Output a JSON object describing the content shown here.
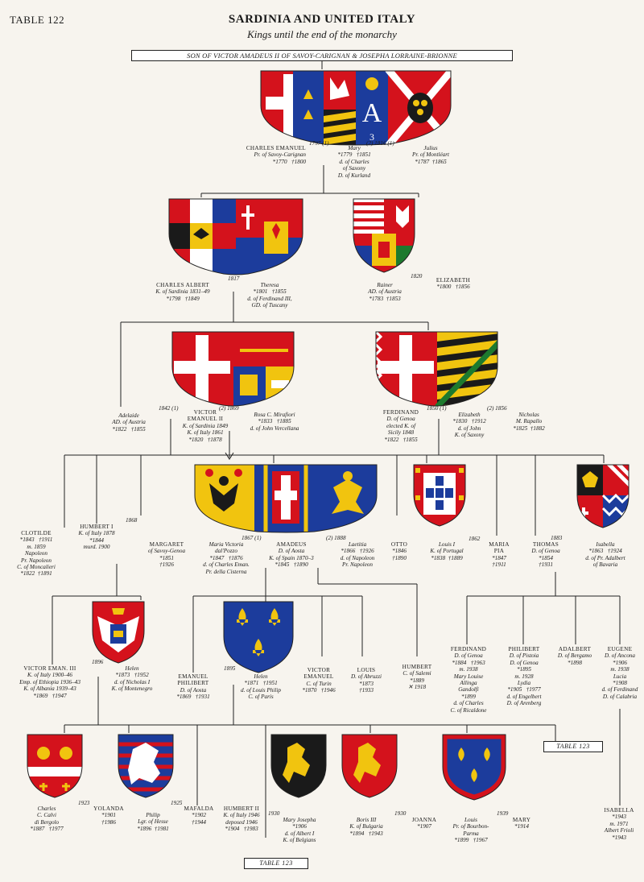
{
  "header": {
    "table_label": "TABLE 122",
    "title": "SARDINIA AND UNITED ITALY",
    "subtitle": "Kings until the end of the monarchy",
    "banner": "SON OF VICTOR AMADEUS II OF SAVOY-CARIGNAN & JOSEPHA LORRAINE-BRIONNE"
  },
  "persons": {
    "charles_emanuel": {
      "name": "CHARLES EMANUEL",
      "info": "Pr. of Savoy-Carignan\n*1770   †1800"
    },
    "mary": {
      "name": "Mary",
      "info": "*1779   †1851\nd. of Charles\nof Saxony\nD. of Kurland"
    },
    "julius": {
      "name": "Julius",
      "info": "Pr. of Montléart\n*1787  †1865"
    },
    "m_1797": "1797 (1)",
    "m_1816": "(2) 1816 (1)",
    "charles_albert": {
      "name": "CHARLES ALBERT",
      "info": "K. of Sardinia 1831–49\n*1798   †1849"
    },
    "m_1817": "1817",
    "theresa": {
      "name": "Theresa",
      "info": "*1801   †1855\nd. of Ferdinand III,\nGD. of Tuscany"
    },
    "rainer": {
      "name": "Rainer",
      "info": "AD. of Austria\n*1783  †1853"
    },
    "m_1820": "1820",
    "elizabeth": {
      "name": "ELIZABETH",
      "info": "*1800   †1856"
    },
    "adelaide": {
      "name": "Adelaide",
      "info": "AD. of Austria\n*1822   †1855"
    },
    "m_1842": "1842 (1)",
    "victor_emanuel_ii": {
      "name": "VICTOR\nEMANUEL II",
      "info": "K. of Sardinia 1849\nK. of Italy 1861\n*1820   †1878"
    },
    "m_1869": "(2) 1869",
    "rosa": {
      "name": "Rosa C. Mirafiori",
      "info": "*1833   †1885\nd. of John Vercellana"
    },
    "ferdinand": {
      "name": "FERDINAND",
      "info": "D. of Genoa\nelected K. of\nSicily 1848\n*1822   †1855"
    },
    "m_1850": "1850 (1)",
    "elizabeth_sax": {
      "name": "Elizabeth",
      "info": "*1830   †1912\nd. of John\nK. of Saxony"
    },
    "m_1856": "(2) 1856",
    "nicholas": {
      "name": "Nicholas",
      "info": "M. Rapallo\n*1825  †1882"
    },
    "clotilde": {
      "name": "CLOTILDE",
      "info": "*1843   †1911\nm. 1859\nNapoleon\nPr. Napoleon\nC. of Moncalieri\n*1822  †1891"
    },
    "humbert_i": {
      "name": "HUMBERT I",
      "info": "K. of Italy 1878\n*1844\nmurd. 1900"
    },
    "m_1868": "1868",
    "margaret": {
      "name": "MARGARET",
      "info": "of Savoy-Genoa\n*1851\n†1926"
    },
    "maria_victoria": {
      "name": "Maria Victoria\ndal'Pozzo",
      "info": "*1847   †1876\nd. of Charles Eman.\nPr. della Cisterna"
    },
    "m_1867": "1867 (1)",
    "amadeus": {
      "name": "AMADEUS",
      "info": "D. of Aosta\nK. of Spain 1870–3\n*1845   †1890"
    },
    "m_1888": "(2) 1888",
    "laetitia": {
      "name": "Laetitia",
      "info": "*1866   †1926\nd. of Napoleon\nPr. Napoleon"
    },
    "otto": {
      "name": "OTTO",
      "info": "*1846\n†1890"
    },
    "louis_i": {
      "name": "Louis I",
      "info": "K. of Portugal\n*1838  †1889"
    },
    "m_1862": "1862",
    "maria_pia": {
      "name": "MARIA\nPIA",
      "info": "*1847\n†1911"
    },
    "thomas": {
      "name": "THOMAS",
      "info": "D. of Genoa\n*1854\n†1931"
    },
    "m_1883": "1883",
    "isabella": {
      "name": "Isabella",
      "info": "*1863   †1924\nd. of Pr. Adalbert\nof Bavaria"
    },
    "victor_eman_iii": {
      "name": "VICTOR EMAN. III",
      "info": "K. of Italy 1900–46\nEmp. of Ethiopia 1936–43\nK. of Albania 1939–43\n*1869   †1947"
    },
    "m_1896": "1896",
    "helen_m": {
      "name": "Helen",
      "info": "*1873   †1952\nd. of Nicholas I\nK. of Montenegro"
    },
    "emanuel_philibert": {
      "name": "EMANUEL\nPHILIBERT",
      "info": "D. of Aosta\n*1869   †1931"
    },
    "m_1895": "1895",
    "helen_o": {
      "name": "Helen",
      "info": "*1871   †1951\nd. of Louis Philip\nC. of Paris"
    },
    "victor_emanuel_t": {
      "name": "VICTOR\nEMANUEL",
      "info": "C. of Turin\n*1870   †1946"
    },
    "louis_a": {
      "name": "LOUIS",
      "info": "D. of Abruzzi\n*1873\n†1933"
    },
    "humbert_s": {
      "name": "HUMBERT",
      "info": "C. of Salemi\n*1889\n✕ 1918"
    },
    "ferdinand_g": {
      "name": "FERDINAND",
      "info": "D. of Genoa\n*1884   †1963\nm. 1938\nMary Louise\nAllinga\nGandolfi\n*1899\nd. of Charles\nC. of Ricaldone"
    },
    "philibert": {
      "name": "PHILIBERT",
      "info": "D. of Pistoia\nD. of Genoa\n*1895\nm. 1928\nLydia\n*1905   †1977\nd. of Engelbert\nD. of Arenberg"
    },
    "adalbert": {
      "name": "ADALBERT",
      "info": "D. of Bergamo\n*1898"
    },
    "eugene": {
      "name": "EUGENE",
      "info": "D. of Ancona\n*1906\nm. 1938\nLucia\n*1908\nd. of Ferdinand\nD. of Calabria"
    },
    "charles_calvi": {
      "name": "Charles\nC. Calvi\ndi Bergolo",
      "info": "*1887   †1977"
    },
    "m_1923": "1923",
    "yolanda": {
      "name": "YOLANDA",
      "info": "*1901\n†1986"
    },
    "philip": {
      "name": "Philip",
      "info": "Lgr. of Hesse\n*1896  †1981"
    },
    "m_1925": "1925",
    "mafalda": {
      "name": "MAFALDA",
      "info": "*1902\n†1944"
    },
    "humbert_ii": {
      "name": "HUMBERT II",
      "info": "K. of Italy 1946\ndeposed 1946\n*1904   †1983"
    },
    "m_1930a": "1930",
    "mary_jose": {
      "name": "Mary Josepha",
      "info": "*1906\nd. of Albert I\nK. of Belgians"
    },
    "boris": {
      "name": "Boris III",
      "info": "K. of Bulgaria\n*1894   †1943"
    },
    "m_1930b": "1930",
    "joanna": {
      "name": "JOANNA",
      "info": "*1907"
    },
    "louis_bp": {
      "name": "Louis",
      "info": "Pr. of Bourbon-\nParma\n*1899   †1967"
    },
    "m_1939": "1939",
    "mary_b": {
      "name": "MARY",
      "info": "*1914"
    },
    "isabella_f": {
      "name": "ISABELLA",
      "info": "*1943\nm. 1971\nAlbert Frioli\n*1943"
    }
  },
  "refs": {
    "table123_a": "TABLE 123",
    "table123_b": "TABLE 123"
  },
  "colors": {
    "savoy_red": "#d4121c",
    "gold": "#f1c40f",
    "blue": "#1c3c9c",
    "black": "#1a1a1a",
    "white": "#ffffff",
    "green": "#1d7a2e"
  }
}
